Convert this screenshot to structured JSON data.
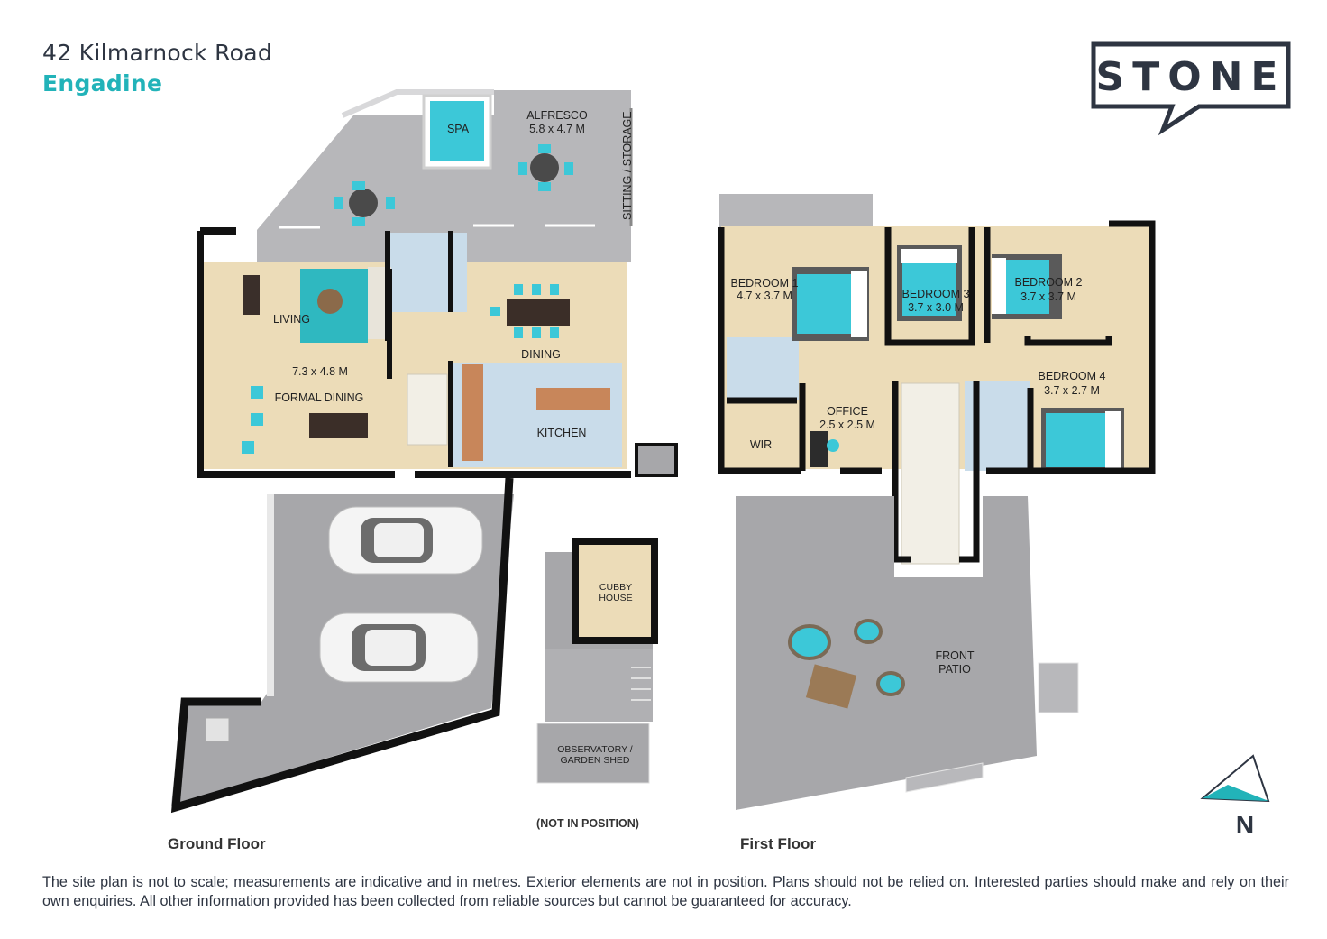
{
  "header": {
    "address": "42 Kilmarnock Road",
    "suburb": "Engadine"
  },
  "brand": {
    "logo_text": "STONE"
  },
  "colors": {
    "accent": "#22b3b9",
    "dark": "#2e3542",
    "wall": "#111111",
    "floor_wood": "#ecdcb8",
    "floor_tile": "#a8a8ab",
    "bathroom": "#c9dcea"
  },
  "ground_floor": {
    "label": "Ground Floor",
    "rooms": {
      "spa": "SPA",
      "alfresco": "ALFRESCO",
      "alfresco_size": "5.8 x 4.7 M",
      "sitting_storage": "SITTING / STORAGE",
      "living": "LIVING",
      "living_size": "7.3 x 4.8 M",
      "formal_dining": "FORMAL DINING",
      "dining": "DINING",
      "kitchen": "KITCHEN"
    }
  },
  "outbuildings": {
    "cubby_house_1": "CUBBY",
    "cubby_house_2": "HOUSE",
    "shed_1": "OBSERVATORY /",
    "shed_2": "GARDEN SHED",
    "note": "(NOT IN POSITION)"
  },
  "first_floor": {
    "label": "First Floor",
    "rooms": {
      "bedroom1": "BEDROOM 1",
      "bedroom1_size": "4.7 x 3.7 M",
      "bedroom3": "BEDROOM 3",
      "bedroom3_size": "3.7 x 3.0 M",
      "bedroom2": "BEDROOM 2",
      "bedroom2_size": "3.7 x 3.7 M",
      "bedroom4": "BEDROOM 4",
      "bedroom4_size": "3.7 x 2.7 M",
      "office": "OFFICE",
      "office_size": "2.5 x 2.5 M",
      "wir": "WIR",
      "front_patio_1": "FRONT",
      "front_patio_2": "PATIO"
    }
  },
  "compass": {
    "label": "N"
  },
  "disclaimer": "The site plan is not to scale; measurements are indicative and in metres. Exterior elements are not in position. Plans should not be relied on. Interested parties should make and rely on their own enquiries. All other information provided has been collected from reliable sources but cannot be guaranteed for accuracy."
}
